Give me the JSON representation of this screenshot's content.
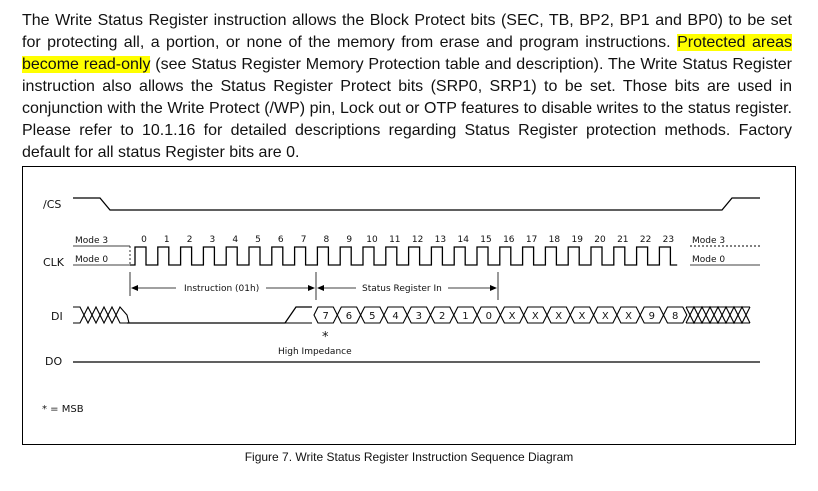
{
  "paragraph": {
    "part1": "The Write Status Register instruction allows the Block Protect bits (SEC, TB, BP2, BP1 and BP0) to be set for protecting all, a portion, or none of the memory from erase and program instructions. ",
    "highlight": "Protected areas become read-only",
    "part2": " (see Status Register Memory Protection table and description). The Write Status Register instruction also allows the Status Register Protect bits (SRP0, SRP1) to be set. Those bits are used in conjunction with the Write Protect (/WP) pin, Lock out or OTP features to disable writes to the status register. Please refer to 10.1.16 for detailed descriptions regarding Status Register protection methods. Factory default for all status Register bits are 0."
  },
  "diagram": {
    "signals": {
      "cs": "/CS",
      "clk": "CLK",
      "di": "DI",
      "do": "DO"
    },
    "mode_left_top": "Mode 3",
    "mode_left_bottom": "Mode 0",
    "mode_right_top": "Mode 3",
    "mode_right_bottom": "Mode 0",
    "clock_numbers": [
      "0",
      "1",
      "2",
      "3",
      "4",
      "5",
      "6",
      "7",
      "8",
      "9",
      "10",
      "11",
      "12",
      "13",
      "14",
      "15",
      "16",
      "17",
      "18",
      "19",
      "20",
      "21",
      "22",
      "23"
    ],
    "instruction_label": "Instruction (01h)",
    "status_label": "Status Register In",
    "di_bits": [
      "7",
      "6",
      "5",
      "4",
      "3",
      "2",
      "1",
      "0",
      "X",
      "X",
      "X",
      "X",
      "X",
      "X",
      "9",
      "8"
    ],
    "msb_star": "*",
    "high_impedance": "High Impedance",
    "msb_legend": "* = MSB"
  },
  "caption": "Figure 7. Write Status Register Instruction Sequence Diagram"
}
